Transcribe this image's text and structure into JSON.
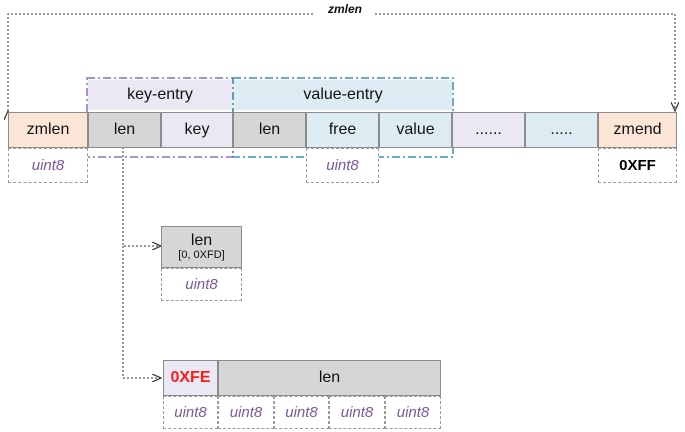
{
  "title": "zmlen",
  "groups": {
    "key_entry": "key-entry",
    "value_entry": "value-entry"
  },
  "cells": {
    "zmlen": "zmlen",
    "key_len": "len",
    "key": "key",
    "value_len": "len",
    "free": "free",
    "value": "value",
    "dots1": "......",
    "dots2": ".....",
    "zmend": "zmend"
  },
  "types": {
    "zmlen": "uint8",
    "free": "uint8",
    "zmend": "0XFF"
  },
  "len_small": {
    "label": "len",
    "range": "[0, 0XFD]",
    "type": "uint8"
  },
  "len_big": {
    "marker": "0XFE",
    "label": "len",
    "types": [
      "uint8",
      "uint8",
      "uint8",
      "uint8",
      "uint8"
    ]
  },
  "colors": {
    "peach": "#fbe5d6",
    "gray": "#d6d6d6",
    "lavender": "#ece8f3",
    "cyan": "#dcecf2",
    "red": "#ff1a1a"
  }
}
